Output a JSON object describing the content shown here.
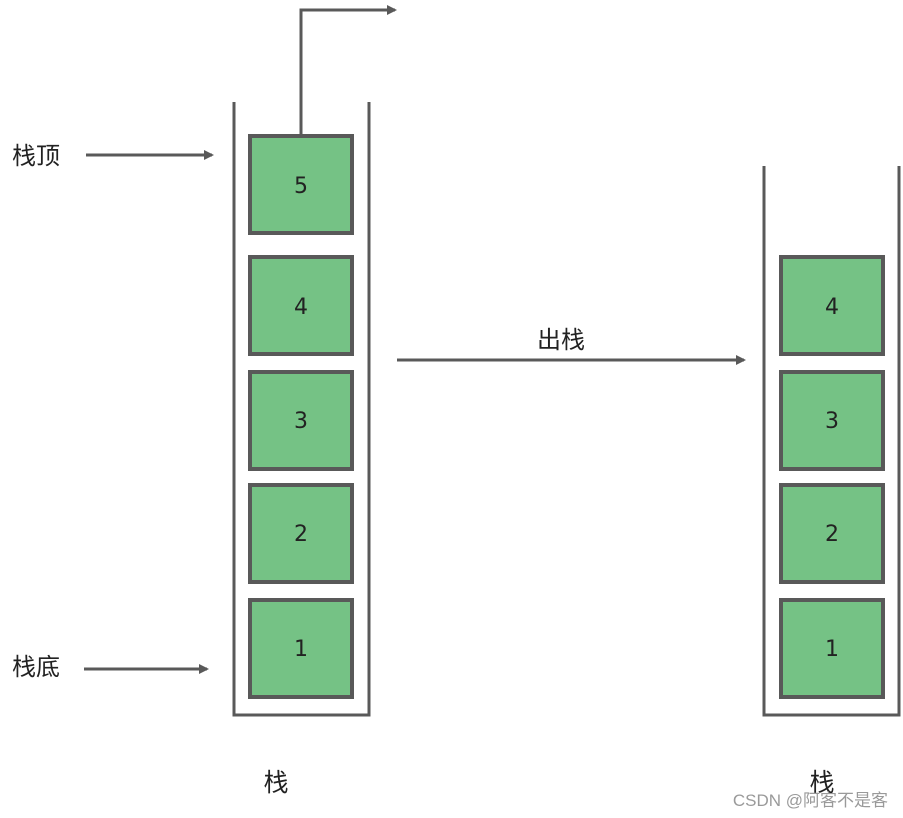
{
  "colors": {
    "line": "#595959",
    "box_fill": "#75c285",
    "box_stroke": "#595959",
    "text": "#222222",
    "watermark": "#9a9a9a"
  },
  "labels": {
    "top": "栈顶",
    "bottom": "栈底",
    "pop": "出栈"
  },
  "left_stack": {
    "caption": "栈",
    "items": [
      "5",
      "4",
      "3",
      "2",
      "1"
    ]
  },
  "right_stack": {
    "caption": "栈",
    "items": [
      "4",
      "3",
      "2",
      "1"
    ]
  },
  "watermark": "CSDN @阿客不是客"
}
